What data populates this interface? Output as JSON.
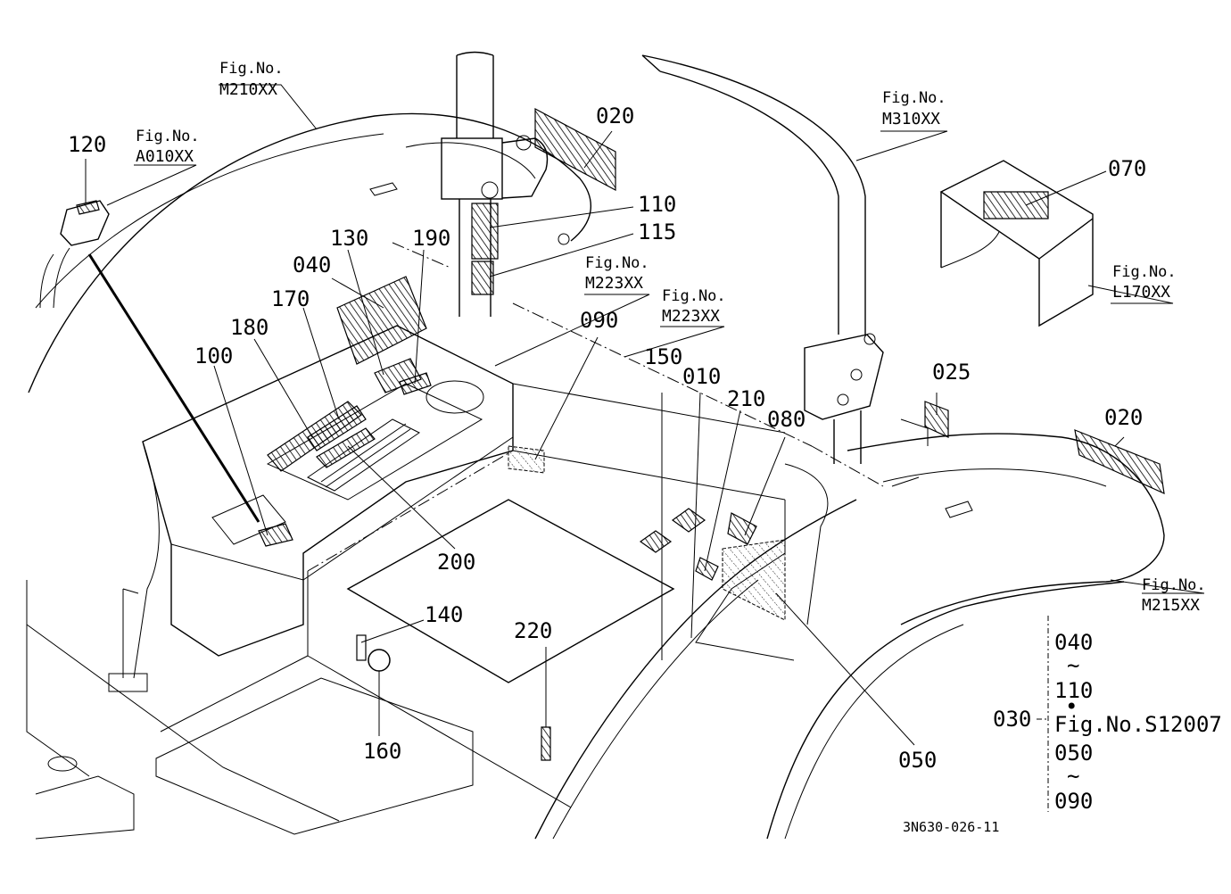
{
  "callouts": {
    "c010": "010",
    "c020a": "020",
    "c020b": "020",
    "c025": "025",
    "c030": "030",
    "c040": "040",
    "c050": "050",
    "c070": "070",
    "c080": "080",
    "c090": "090",
    "c100": "100",
    "c110": "110",
    "c115": "115",
    "c120": "120",
    "c130": "130",
    "c140": "140",
    "c150": "150",
    "c160": "160",
    "c170": "170",
    "c180": "180",
    "c190": "190",
    "c200": "200",
    "c210": "210",
    "c220": "220"
  },
  "fig_refs": {
    "label": "Fig.No.",
    "m210": "M210XX",
    "a010": "A010XX",
    "m310": "M310XX",
    "l170": "L170XX",
    "m223a": "M223XX",
    "m223b": "M223XX",
    "m215": "M215XX"
  },
  "set_bracket": {
    "g1_from": "040",
    "g1_tilde": "~",
    "g1_to": "110",
    "dot": "•",
    "fig_line": "Fig.No.S12007",
    "g2_from": "050",
    "g2_tilde": "~",
    "g2_to": "090"
  },
  "drawing_id": "3N630-026-11"
}
